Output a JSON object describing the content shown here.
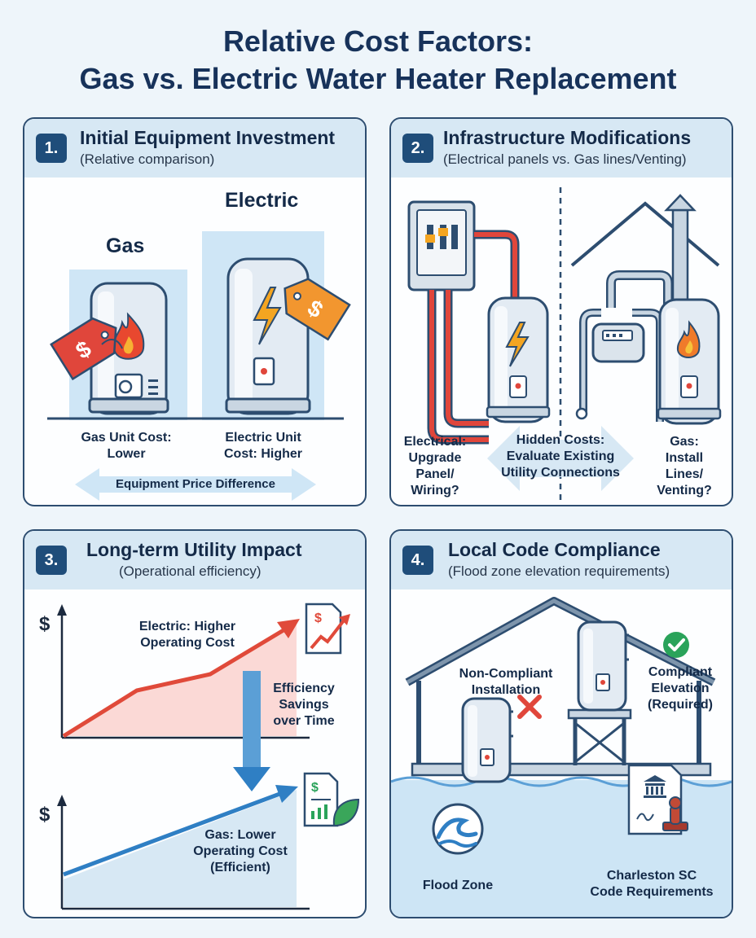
{
  "title": {
    "line1": "Relative Cost Factors:",
    "line2": "Gas vs. Electric Water Heater Replacement"
  },
  "panels": [
    {
      "number": "1.",
      "title": "Initial Equipment Investment",
      "subtitle": "(Relative comparison)",
      "gas_label": "Gas",
      "electric_label": "Electric",
      "gas_cost_line1": "Gas Unit Cost:",
      "gas_cost_line2": "Lower",
      "electric_cost_line1": "Electric Unit",
      "electric_cost_line2": "Cost: Higher",
      "difference_label": "Equipment Price Difference",
      "price_tag_symbol": "$"
    },
    {
      "number": "2.",
      "title": "Infrastructure Modifications",
      "subtitle": "(Electrical panels vs. Gas lines/Venting)",
      "electrical_line1": "Electrical:",
      "electrical_line2": "Upgrade",
      "electrical_line3": "Panel/",
      "electrical_line4": "Wiring?",
      "hidden_line1": "Hidden Costs:",
      "hidden_line2": "Evaluate Existing",
      "hidden_line3": "Utility Connections",
      "gas_line1": "Gas:",
      "gas_line2": "Install",
      "gas_line3": "Lines/",
      "gas_line4": "Venting?"
    },
    {
      "number": "3.",
      "title": "Long-term Utility Impact",
      "subtitle": "(Operational efficiency)",
      "axis_symbol": "$",
      "electric_line1": "Electric: Higher",
      "electric_line2": "Operating Cost",
      "savings_line1": "Efficiency",
      "savings_line2": "Savings",
      "savings_line3": "over Time",
      "gas_line1": "Gas: Lower",
      "gas_line2": "Operating Cost",
      "gas_line3": "(Efficient)"
    },
    {
      "number": "4.",
      "title": "Local Code Compliance",
      "subtitle": "(Flood zone elevation requirements)",
      "noncompliant_line1": "Non-Compliant",
      "noncompliant_line2": "Installation",
      "compliant_line1": "Compliant",
      "compliant_line2": "Elevation",
      "compliant_line3": "(Required)",
      "flood_zone": "Flood Zone",
      "code_line1": "Charleston SC",
      "code_line2": "Code Requirements"
    }
  ],
  "colors": {
    "navy": "#1f4d7a",
    "header_bg": "#d7e8f4",
    "electric_red": "#e04a3a",
    "gas_blue": "#2f7fc4",
    "tag_red": "#e0463b",
    "tag_orange": "#f2962f",
    "check_green": "#2aa35a"
  }
}
